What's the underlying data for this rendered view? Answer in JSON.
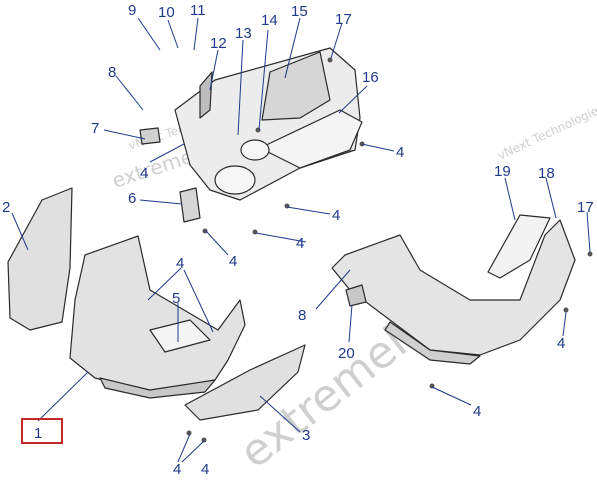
{
  "diagram": {
    "watermark": {
      "line1": "vNext Technologies",
      "line2": "extremelife"
    },
    "callouts": {
      "c1": "1",
      "c2": "2",
      "c3": "3",
      "c4a": "4",
      "c4b": "4",
      "c4c": "4",
      "c4d": "4",
      "c4e": "4",
      "c4f": "4",
      "c4g": "4",
      "c4h": "4",
      "c4i": "4",
      "c4j": "4",
      "c5": "5",
      "c6": "6",
      "c7": "7",
      "c8a": "8",
      "c8b": "8",
      "c9": "9",
      "c10": "10",
      "c11": "11",
      "c12": "12",
      "c13": "13",
      "c14": "14",
      "c15": "15",
      "c16": "16",
      "c17a": "17",
      "c17b": "17",
      "c18": "18",
      "c19": "19",
      "c20": "20"
    },
    "highlighted_callout": "1",
    "colors": {
      "callout_text": "#1f3a8a",
      "highlight_box": "#c62828",
      "part_fill": "#e6e6e6",
      "part_dark": "#bdbdbd"
    }
  }
}
